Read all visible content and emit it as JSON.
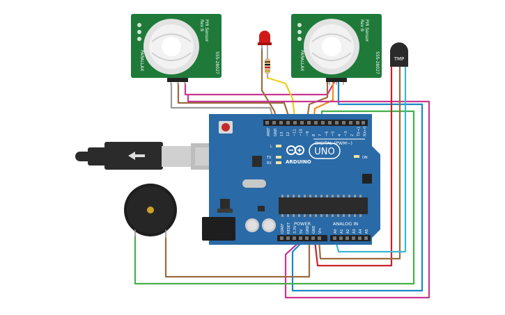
{
  "pir_sensor": {
    "title": "PIR Sensor",
    "rev": "Rev B",
    "brand": "PARALLAX",
    "part": "555-28027"
  },
  "temp_sensor": {
    "label": "TMP"
  },
  "arduino": {
    "logo_text": "ARDUINO",
    "model": "UNO",
    "digital_label": "DIGITAL (PWM~)",
    "power_label": "POWER",
    "analog_label": "ANALOG IN",
    "on_label": "ON",
    "led_l": "L",
    "led_tx": "TX",
    "led_rx": "RX",
    "aref": "AREF",
    "gnd_top": "GND",
    "digital_pins": [
      "13",
      "12",
      "~11",
      "~10",
      "~9",
      "8",
      "7",
      "~6",
      "~5",
      "4",
      "~3",
      "2",
      "TX→1",
      "RX←0"
    ],
    "power_pins": [
      "IOREF",
      "RESET",
      "3.3V",
      "5V",
      "GND",
      "GND",
      "Vin"
    ],
    "analog_pins": [
      "A0",
      "A1",
      "A2",
      "A3",
      "A4",
      "A5"
    ]
  },
  "colors": {
    "pir_board": "#1f7a3a",
    "arduino_board": "#2a6aa6",
    "wire_magenta": "#c8378f",
    "wire_brown": "#9a6a3e",
    "wire_gray": "#9a9a9a",
    "wire_yellow": "#f0cc1a",
    "wire_orange": "#f08c1a",
    "wire_blue": "#1a88c8",
    "wire_red": "#c8202a",
    "wire_green": "#44b04a",
    "wire_cyan": "#3ab8d0",
    "led_red": "#d01a1a"
  }
}
